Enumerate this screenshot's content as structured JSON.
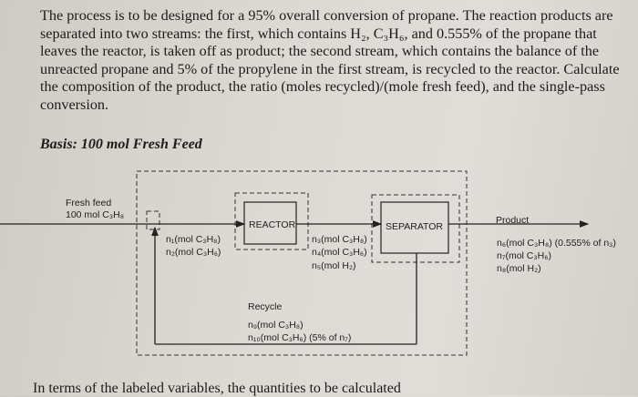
{
  "problem": {
    "lines": [
      "The process is to be designed for a 95% overall conversion of propane. The reaction products are",
      "separated into two streams: the first, which contains H₂, C₃H₆, and 0.555% of the propane that",
      "leaves the reactor, is taken off as product; the second stream, which contains the balance of the",
      "unreacted propane and 5% of the propylene in the first stream, is recycled to the reactor. Calculate",
      "the composition of the product, the ratio (moles recycled)/(mole fresh feed), and the single-pass",
      "conversion."
    ],
    "basis": "Basis: 100 mol Fresh Feed",
    "bottom_line": "In terms of the labeled variables, the quantities to be calculated"
  },
  "diagram": {
    "fresh_feed_label": "Fresh feed",
    "fresh_feed_amount": "100 mol C₃H₈",
    "reactor_label": "REACTOR",
    "separator_label": "SEPARATOR",
    "reactor_inlet": [
      "n₁(mol C₃H₈)",
      "n₂(mol C₃H₆)"
    ],
    "reactor_outlet": [
      "n₃(mol C₃H₈)",
      "n₄(mol C₃H₆)",
      "n₅(mol H₂)"
    ],
    "product_label": "Product",
    "product_streams": [
      "n₆(mol C₃H₈)  (0.555% of n₃)",
      "n₇(mol C₃H₆)",
      "n₈(mol H₂)"
    ],
    "recycle_label": "Recycle",
    "recycle_streams": [
      "n₉(mol C₃H₈)",
      "n₁₀(mol C₃H₆) (5% of n₇)"
    ]
  }
}
